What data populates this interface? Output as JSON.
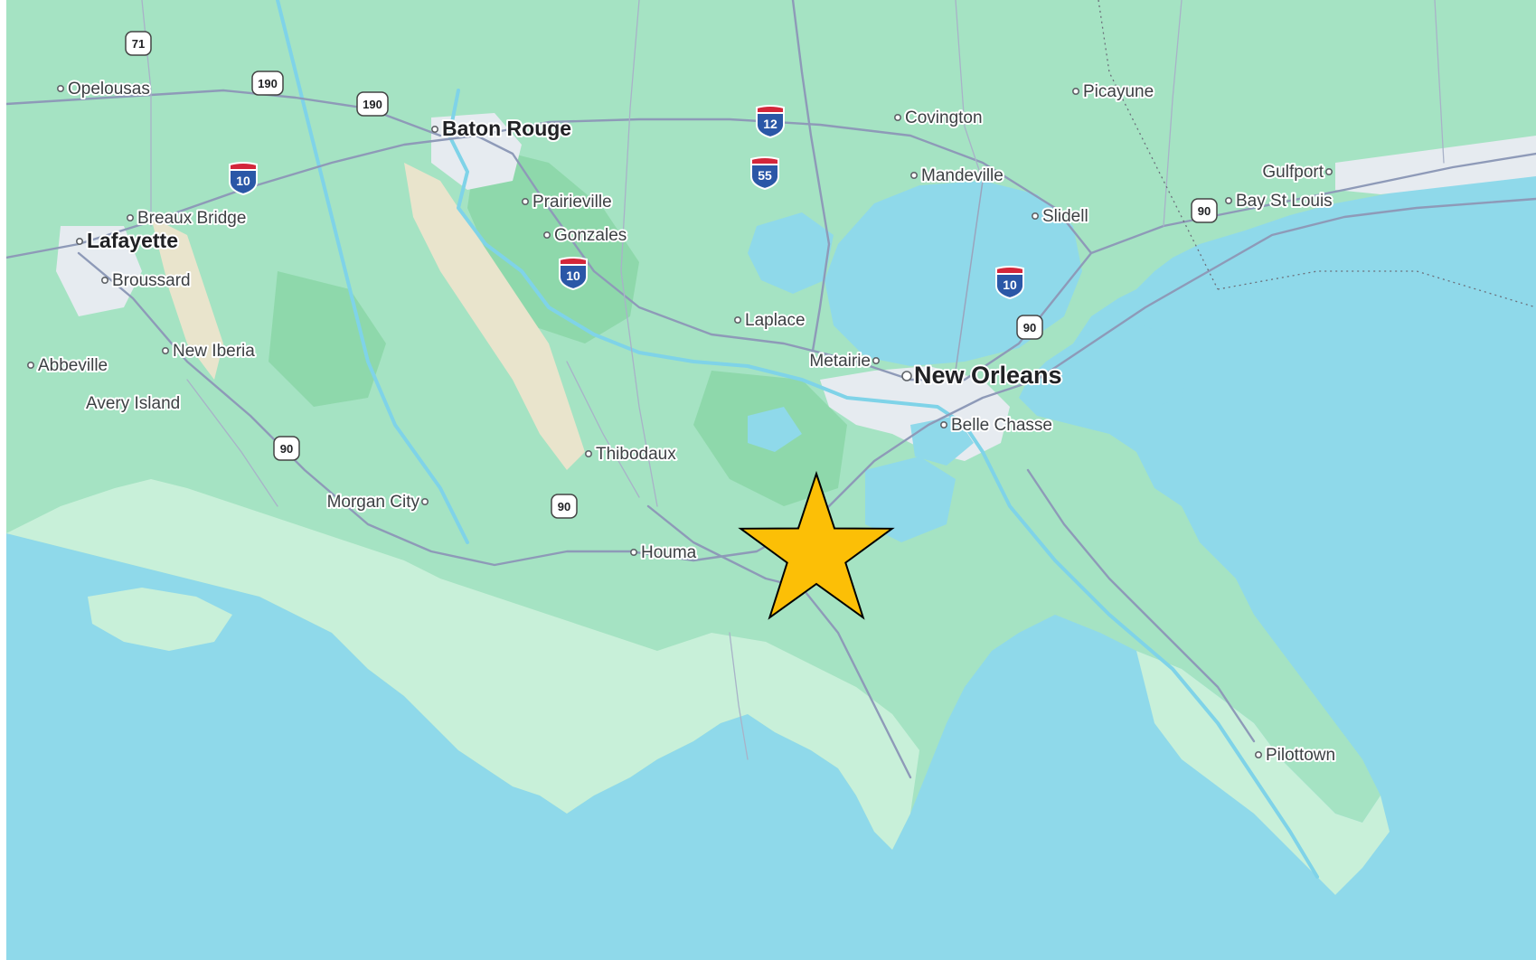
{
  "map": {
    "colors": {
      "water": "#8fd9ea",
      "land": "#a5e3c3",
      "land_dark": "#8ed8ab",
      "marsh": "#c8f0d9",
      "urban": "#e6ebf0",
      "sand": "#e9e4cc",
      "marker": "#fcbf06"
    },
    "cities": [
      {
        "name": "Opelousas",
        "cls": "city"
      },
      {
        "name": "Baton Rouge",
        "cls": "city major"
      },
      {
        "name": "Covington",
        "cls": "city"
      },
      {
        "name": "Picayune",
        "cls": "city"
      },
      {
        "name": "Mandeville",
        "cls": "city"
      },
      {
        "name": "Gulfport",
        "cls": "city"
      },
      {
        "name": "Bay St Louis",
        "cls": "city"
      },
      {
        "name": "Breaux Bridge",
        "cls": "city"
      },
      {
        "name": "Prairieville",
        "cls": "city"
      },
      {
        "name": "Slidell",
        "cls": "city"
      },
      {
        "name": "Lafayette",
        "cls": "city major"
      },
      {
        "name": "Gonzales",
        "cls": "city"
      },
      {
        "name": "Broussard",
        "cls": "city"
      },
      {
        "name": "Laplace",
        "cls": "city"
      },
      {
        "name": "New Iberia",
        "cls": "city"
      },
      {
        "name": "Abbeville",
        "cls": "city"
      },
      {
        "name": "Metairie",
        "cls": "city"
      },
      {
        "name": "New Orleans",
        "cls": "city metro"
      },
      {
        "name": "Avery Island",
        "cls": "city"
      },
      {
        "name": "Belle Chasse",
        "cls": "city"
      },
      {
        "name": "Thibodaux",
        "cls": "city"
      },
      {
        "name": "Morgan City",
        "cls": "city"
      },
      {
        "name": "Houma",
        "cls": "city"
      },
      {
        "name": "Pilottown",
        "cls": "city"
      }
    ],
    "us_routes": [
      "71",
      "190",
      "190",
      "90",
      "90",
      "90",
      "90"
    ],
    "interstates": [
      "12",
      "55",
      "10",
      "10",
      "10"
    ],
    "marker": {
      "icon": "star-marker-icon"
    }
  }
}
